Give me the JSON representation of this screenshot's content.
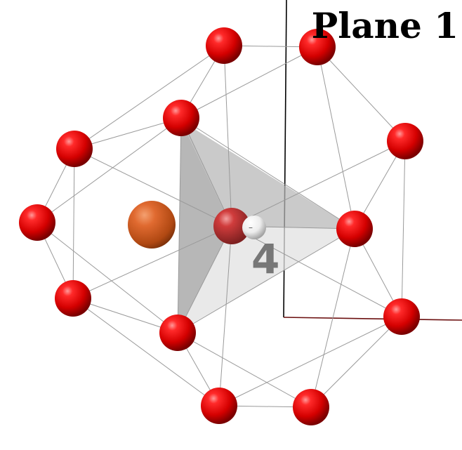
{
  "labels": {
    "plane_title": "Plane 1",
    "site_number": "4",
    "hydrogen_charge": "–"
  },
  "colors": {
    "oxygen": "#e00000",
    "metal": "#d2622c",
    "hydrogen": "#f2f2f2",
    "plane_line_vertical": "#000000",
    "plane_line_horizontal": "#6b0f0f",
    "bond": "#9a9a9a",
    "tetra_dark": "#a8a8a8",
    "tetra_light": "#dcdcdc"
  },
  "icons": {
    "oxygen_atom": "red-sphere",
    "metal_atom": "orange-sphere",
    "hydrogen_atom": "white-sphere"
  }
}
